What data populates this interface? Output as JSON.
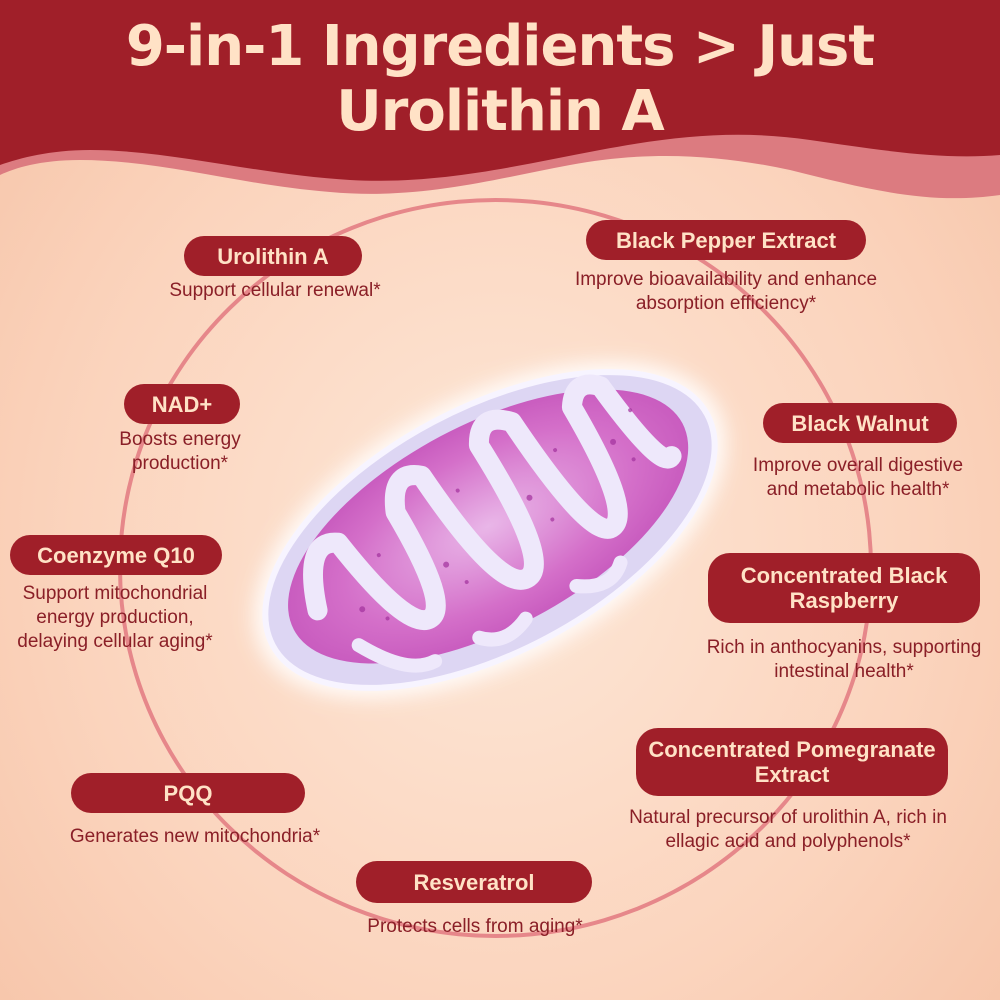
{
  "title": "9-in-1 Ingredients > Just Urolithin A",
  "colors": {
    "banner": "#a01f29",
    "banner_shadow": "#dc7b80",
    "background": "#fbd4bd",
    "ring": "#e6878a",
    "text": "#ffe2c6",
    "desc_text": "#8a1f27"
  },
  "ingredients": [
    {
      "name": "Urolithin A",
      "desc": "Support cellular renewal*"
    },
    {
      "name": "Black Pepper Extract",
      "desc": "Improve bioavailability and enhance absorption efficiency*"
    },
    {
      "name": "NAD+",
      "desc": "Boosts energy production*"
    },
    {
      "name": "Black Walnut",
      "desc": "Improve overall digestive and metabolic health*"
    },
    {
      "name": "Coenzyme Q10",
      "desc": "Support mitochondrial energy production, delaying cellular aging*"
    },
    {
      "name": "Concentrated Black Raspberry",
      "desc": "Rich in anthocyanins, supporting intestinal health*"
    },
    {
      "name": "PQQ",
      "desc": "Generates new mitochondria*"
    },
    {
      "name": "Concentrated Pomegranate Extract",
      "desc": "Natural precursor of urolithin A, rich in ellagic acid and polyphenols*"
    },
    {
      "name": "Resveratrol",
      "desc": "Protects cells from aging*"
    }
  ]
}
